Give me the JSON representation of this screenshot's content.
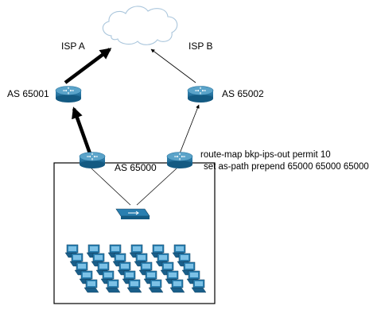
{
  "labels": {
    "isp_a": "ISP A",
    "isp_b": "ISP B",
    "as_left": "AS 65001",
    "as_right": "AS 65002",
    "as_local": "AS 65000",
    "route_map_line1": "route-map bkp-ips-out permit 10",
    "route_map_line2": "set as-path prepend 65000 65000 65000"
  },
  "colors": {
    "router_top": "#5aa3c9",
    "router_body": "#1f6e9a",
    "cloud_stroke": "#aac6dc",
    "line": "#000000",
    "pc": "#2a7fb0"
  }
}
